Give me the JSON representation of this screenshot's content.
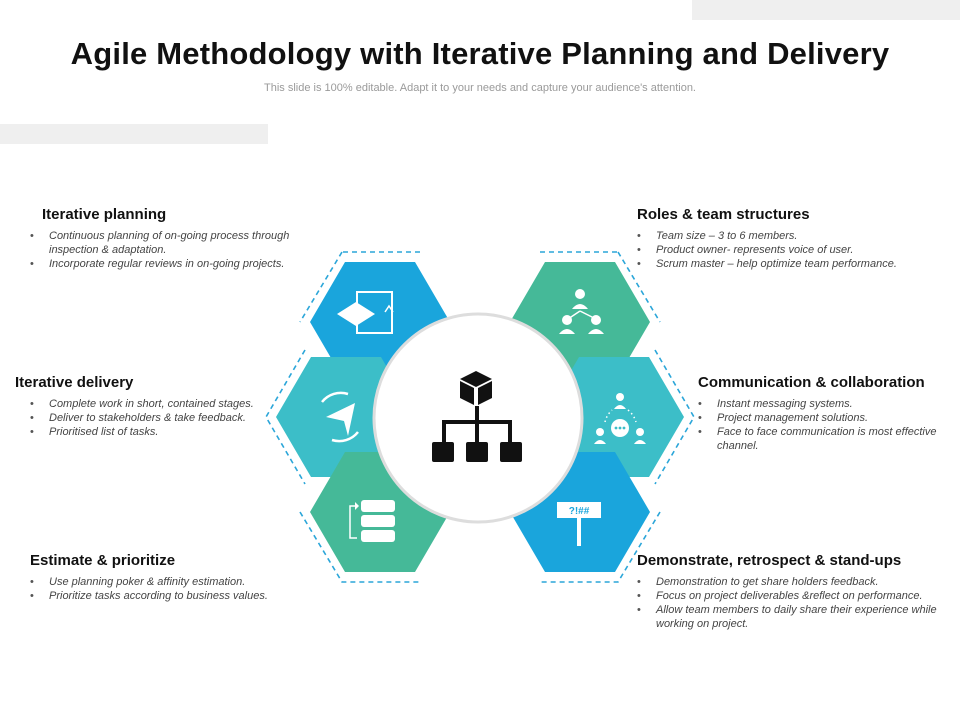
{
  "title": "Agile Methodology with Iterative Planning and Delivery",
  "subtitle": "This slide is 100% editable. Adapt it to your needs and capture your audience's attention.",
  "colors": {
    "blue": "#1aa5dc",
    "teal": "#3cbec8",
    "green": "#45b998",
    "dashed_border": "#2ba6d9",
    "circle_border": "#dddddd",
    "icon_dark": "#111111"
  },
  "center_icon": "hierarchy-structure-icon",
  "sections": {
    "iterative_planning": {
      "heading": "Iterative planning",
      "icon": "flowchart-icon",
      "bullets": [
        "Continuous planning of on-going process through inspection & adaptation.",
        "Incorporate regular reviews in on-going projects."
      ]
    },
    "iterative_delivery": {
      "heading": "Iterative delivery",
      "icon": "cycle-arrows-icon",
      "bullets": [
        "Complete work in short, contained stages.",
        "Deliver to stakeholders & take feedback.",
        "Prioritised list of tasks."
      ]
    },
    "estimate_prioritize": {
      "heading": "Estimate & prioritize",
      "icon": "database-stack-icon",
      "bullets": [
        "Use planning poker & affinity estimation.",
        "Prioritize tasks according to business values."
      ]
    },
    "roles_team": {
      "heading": "Roles & team structures",
      "icon": "team-structure-icon",
      "bullets": [
        "Team size – 3 to 6 members.",
        "Product owner- represents voice of user.",
        "Scrum master – help optimize team performance."
      ]
    },
    "communication": {
      "heading": "Communication & collaboration",
      "icon": "group-chat-icon",
      "bullets": [
        "Instant messaging systems.",
        "Project management solutions.",
        "Face to face communication is most effective channel."
      ]
    },
    "demonstrate": {
      "heading": "Demonstrate, retrospect & stand-ups",
      "icon": "signboard-icon",
      "sign_text": "?!##",
      "bullets": [
        "Demonstration to get share holders feedback.",
        "Focus on project deliverables &reflect on performance.",
        "Allow team members to daily share their experience while working on project."
      ]
    }
  }
}
